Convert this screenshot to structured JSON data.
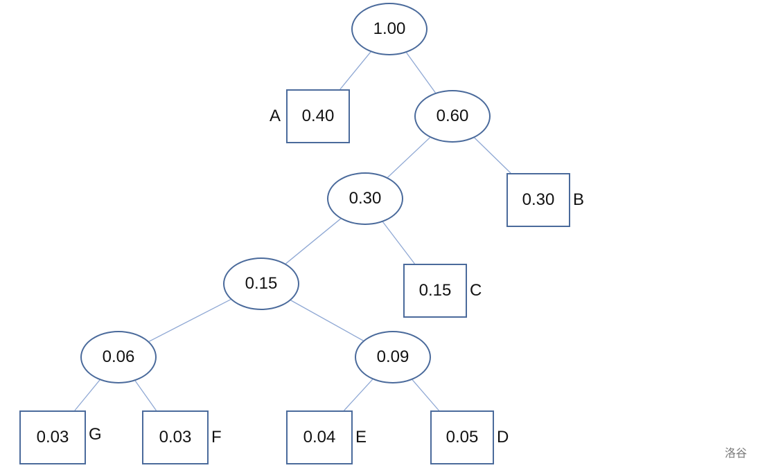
{
  "tree": {
    "edge_color": "#8fa8d4",
    "node_border_color": "#4a6a9b",
    "nodes": [
      {
        "id": "root",
        "kind": "internal",
        "value": "1.00"
      },
      {
        "id": "n060",
        "kind": "internal",
        "value": "0.60"
      },
      {
        "id": "n030",
        "kind": "internal",
        "value": "0.30"
      },
      {
        "id": "n015",
        "kind": "internal",
        "value": "0.15"
      },
      {
        "id": "n006",
        "kind": "internal",
        "value": "0.06"
      },
      {
        "id": "n009",
        "kind": "internal",
        "value": "0.09"
      },
      {
        "id": "leafA",
        "kind": "leaf",
        "value": "0.40",
        "label": "A"
      },
      {
        "id": "leafB",
        "kind": "leaf",
        "value": "0.30",
        "label": "B"
      },
      {
        "id": "leafC",
        "kind": "leaf",
        "value": "0.15",
        "label": "C"
      },
      {
        "id": "leafG",
        "kind": "leaf",
        "value": "0.03",
        "label": "G"
      },
      {
        "id": "leafF",
        "kind": "leaf",
        "value": "0.03",
        "label": "F"
      },
      {
        "id": "leafE",
        "kind": "leaf",
        "value": "0.04",
        "label": "E"
      },
      {
        "id": "leafD",
        "kind": "leaf",
        "value": "0.05",
        "label": "D"
      }
    ],
    "edges": [
      [
        "root",
        "leafA"
      ],
      [
        "root",
        "n060"
      ],
      [
        "n060",
        "n030"
      ],
      [
        "n060",
        "leafB"
      ],
      [
        "n030",
        "n015"
      ],
      [
        "n030",
        "leafC"
      ],
      [
        "n015",
        "n006"
      ],
      [
        "n015",
        "n009"
      ],
      [
        "n006",
        "leafG"
      ],
      [
        "n006",
        "leafF"
      ],
      [
        "n009",
        "leafE"
      ],
      [
        "n009",
        "leafD"
      ]
    ]
  },
  "watermark": "洛谷"
}
